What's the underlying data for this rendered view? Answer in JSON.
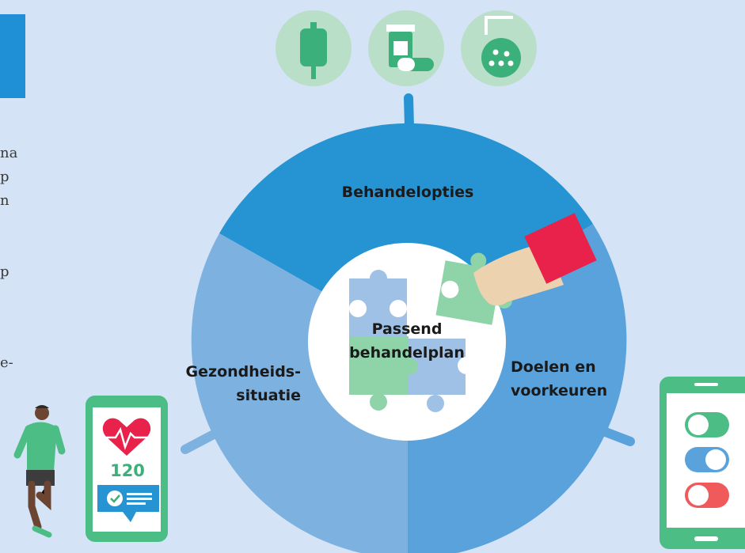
{
  "left_text_fragments": [
    "na",
    "p",
    "n",
    "p",
    "e-"
  ],
  "diagram": {
    "segments": [
      {
        "label": "Behandelopties",
        "color": "#2694d3"
      },
      {
        "label": "Gezondheids-\nsituatie",
        "color": "#7db1e0"
      },
      {
        "label": "Doelen en\nvoorkeuren",
        "color": "#5aa2db"
      }
    ],
    "center_label": "Passend\nbehandelplan"
  },
  "heart_rate": "120",
  "icons": [
    "iv-bag-icon",
    "pill-bottle-icon",
    "surgical-lamp-icon",
    "runner-icon",
    "heart-monitor-phone-icon",
    "toggle-settings-phone-icon",
    "hand-icon",
    "puzzle-icon"
  ],
  "colors": {
    "background": "#d4e3f5",
    "icon_circle": "#b9dfc9",
    "green": "#4dbd86",
    "light_green": "#8fd3a9",
    "red_sleeve": "#e8224a",
    "toggle_red": "#f05a5a"
  }
}
